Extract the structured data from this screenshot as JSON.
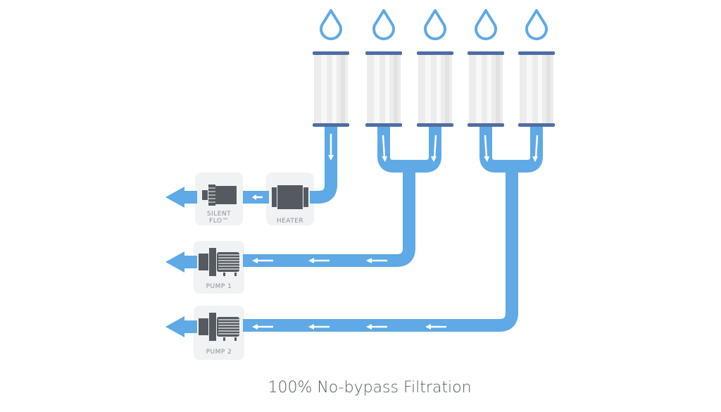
{
  "title": "100% No-bypass Filtration",
  "components": {
    "silent_flo": {
      "line1": "SILENT",
      "line2": "FLO™"
    },
    "heater": "HEATER",
    "pump1": "PUMP 1",
    "pump2": "PUMP 2"
  },
  "filters_count": 5,
  "colors": {
    "water": "#5ea9e6",
    "cap": "#4f6da3",
    "device": "#555a60",
    "box": "#f1f2f4"
  }
}
